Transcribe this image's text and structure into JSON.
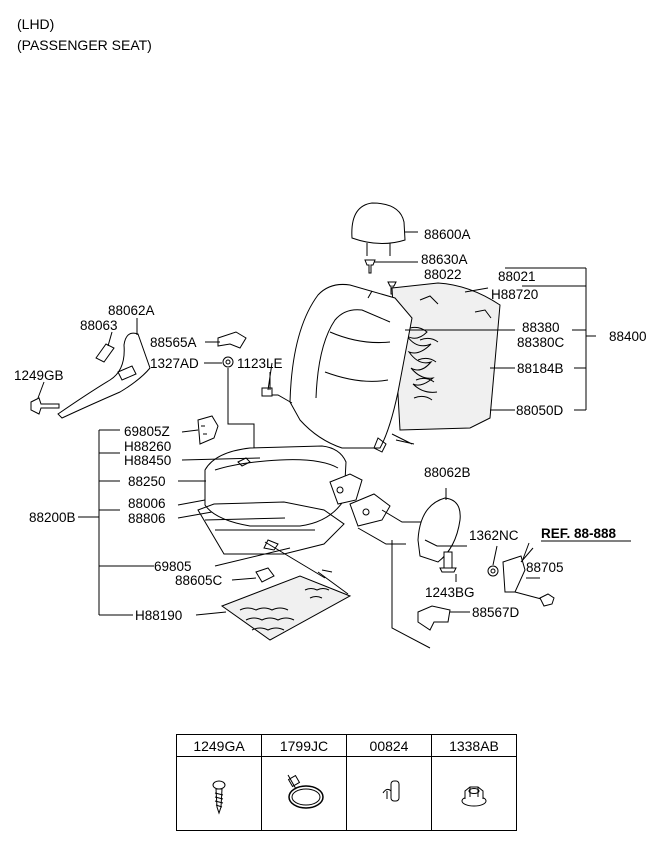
{
  "header": {
    "line1": "(LHD)",
    "line2": "(PASSENGER SEAT)"
  },
  "labels": {
    "p88600A": "88600A",
    "p88630A": "88630A",
    "p88022": "88022",
    "p88021": "88021",
    "pH88720": "H88720",
    "p88380": "88380",
    "p88380C": "88380C",
    "p88400": "88400",
    "p88184B": "88184B",
    "p88050D": "88050D",
    "p88062A": "88062A",
    "p88063": "88063",
    "p88565A": "88565A",
    "p1327AD": "1327AD",
    "p1123LE": "1123LE",
    "p1249GB": "1249GB",
    "p69805Z": "69805Z",
    "pH88260": "H88260",
    "pH88450": "H88450",
    "p88250": "88250",
    "p88200B": "88200B",
    "p88006": "88006",
    "p88806": "88806",
    "p88062B": "88062B",
    "p1362NC": "1362NC",
    "ref": "REF. 88-888",
    "p69805": "69805",
    "p88605C": "88605C",
    "p1243BG": "1243BG",
    "p88705": "88705",
    "pH88190": "H88190",
    "p88567D": "88567D"
  },
  "fasteners": [
    {
      "code": "1249GA",
      "icon": "screw-icon"
    },
    {
      "code": "1799JC",
      "icon": "cable-tie-icon"
    },
    {
      "code": "00824",
      "icon": "pin-icon"
    },
    {
      "code": "1338AB",
      "icon": "nut-icon"
    }
  ]
}
